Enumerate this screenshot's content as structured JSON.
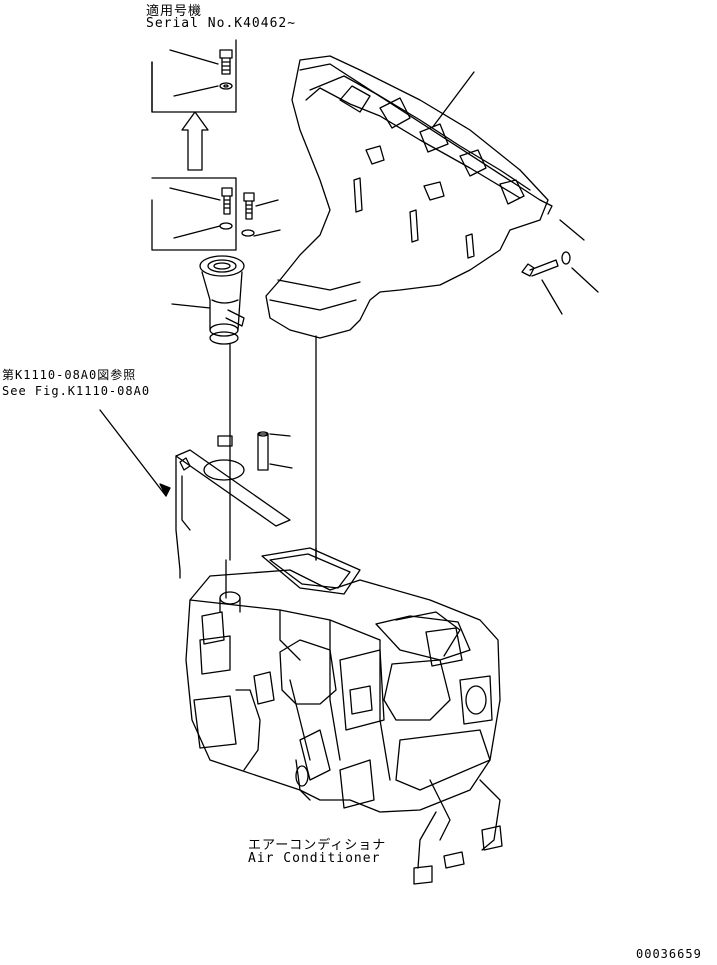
{
  "applicability": {
    "jp": "適用号機",
    "serial": "Serial No.K40462~"
  },
  "reference": {
    "jp": "第K1110-08A0図参照",
    "en": "See Fig.K1110-08A0"
  },
  "component": {
    "jp": "エアーコンディショナ",
    "en": "Air Conditioner"
  },
  "drawing_number": "00036659"
}
